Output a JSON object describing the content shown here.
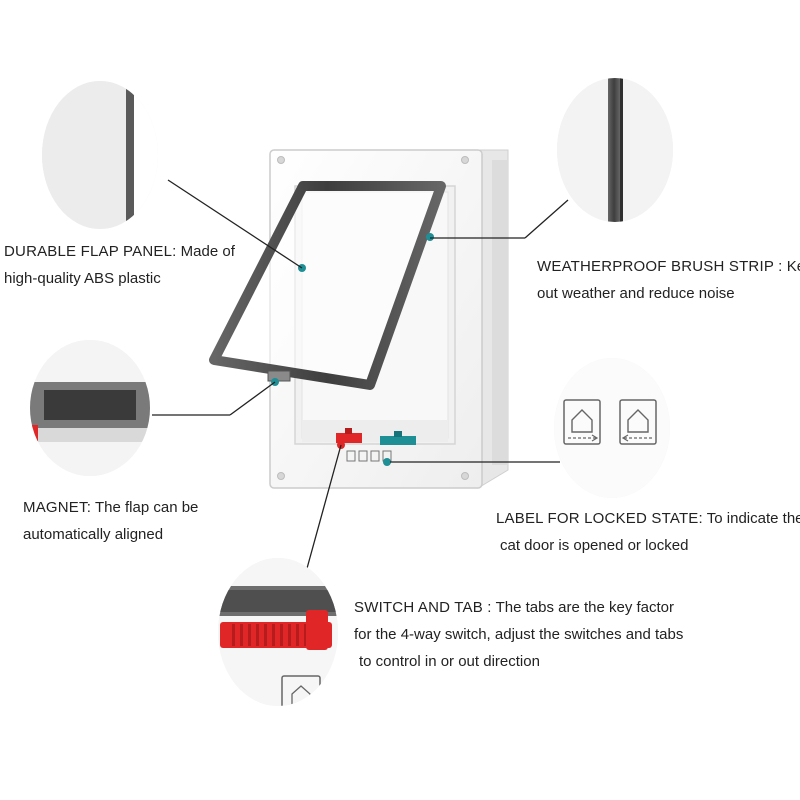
{
  "callouts": {
    "flap": {
      "title": "DURABLE FLAP PANEL:",
      "line1": "Made of",
      "line2": "high-quality ABS plastic"
    },
    "brush": {
      "title": "WEATHERPROOF BRUSH STRIP :",
      "line1": "Keep",
      "line2": "out weather and reduce noise"
    },
    "magnet": {
      "title": "MAGNET:",
      "line1": "The flap can be",
      "line2": "automatically aligned"
    },
    "label": {
      "title": "LABEL FOR LOCKED STATE:",
      "line1": "To indicate the",
      "line2": "cat door is opened or locked"
    },
    "switch": {
      "title": "SWITCH AND TAB :",
      "line1": "The tabs are the key factor",
      "line2": "for the 4-way switch, adjust the switches and tabs",
      "line3": "to control in or out direction"
    }
  },
  "colors": {
    "frame": "#f7f7f7",
    "frame_edge": "#d8d8d8",
    "flap_border": "#555555",
    "accent_teal": "#1f8f96",
    "tab_red": "#e02626",
    "leader_line": "#222222"
  }
}
